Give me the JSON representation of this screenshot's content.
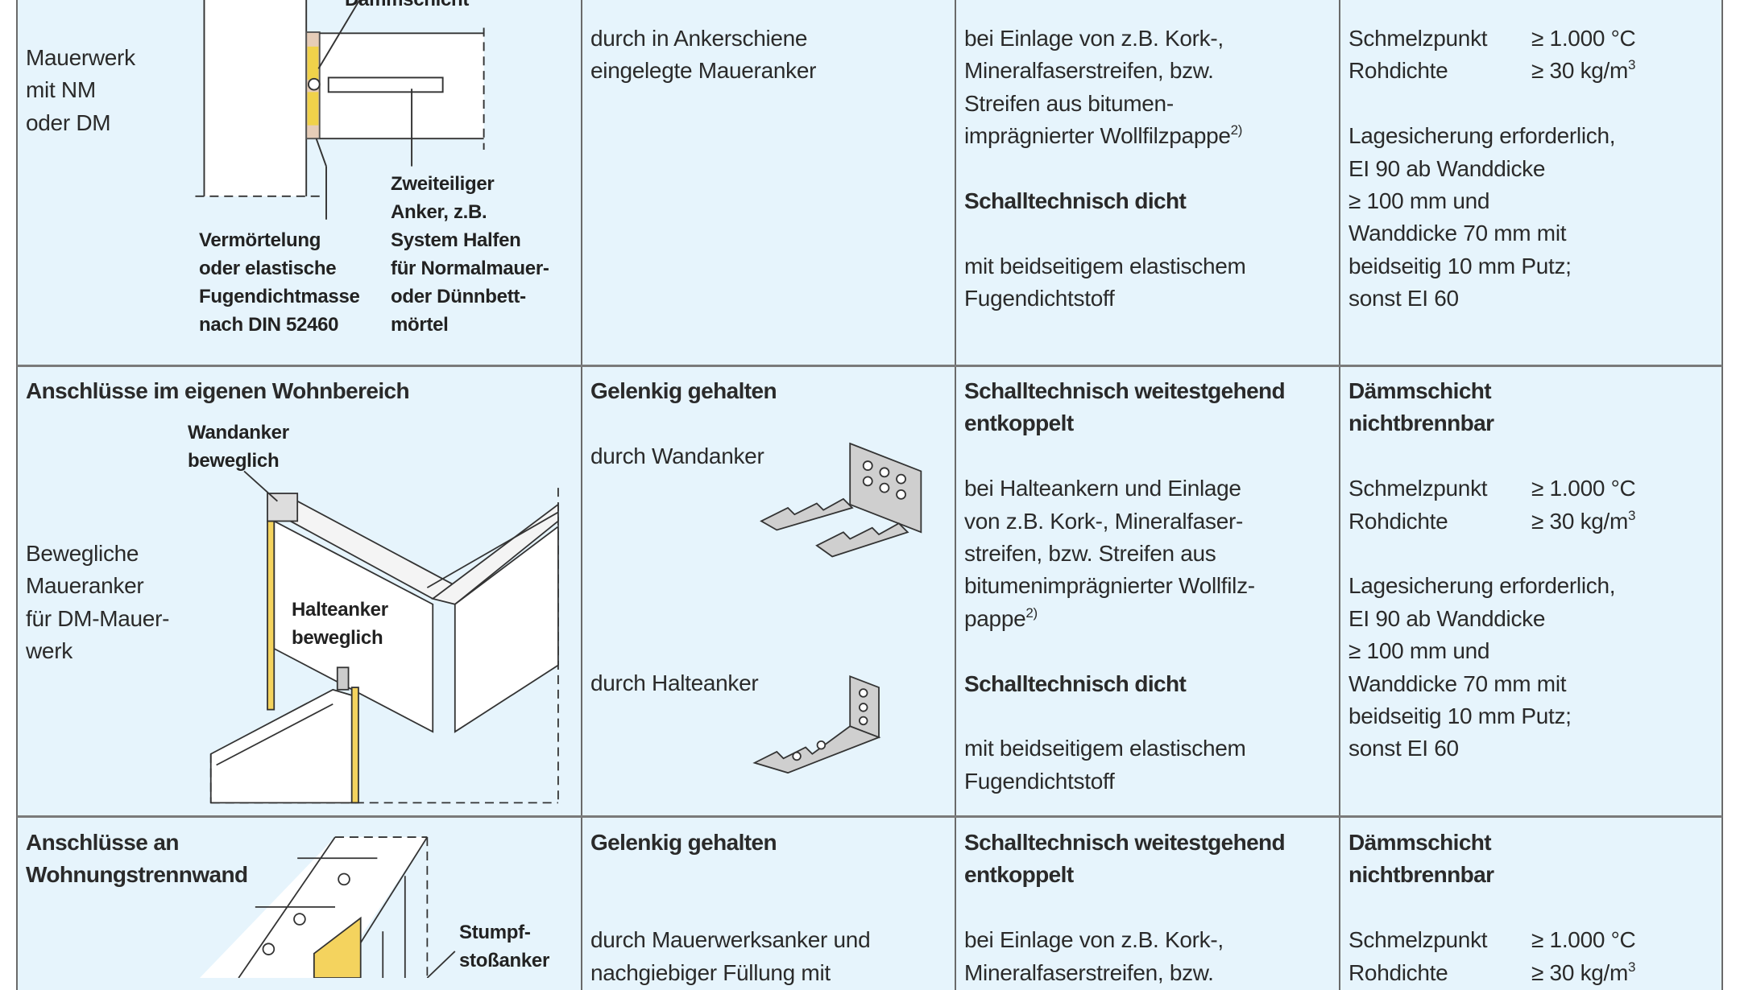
{
  "colors": {
    "cell_background": "#e6f4fc",
    "insulation_yellow": "#f4d35e",
    "mortar_tan": "#e6cdb8",
    "border": "#6a6a6a"
  },
  "rows": [
    {
      "label_lines": [
        {
          "text": "Mauerwerk"
        },
        {
          "text": "mit NM"
        },
        {
          "text": "oder DM"
        }
      ],
      "fixing_lines": [
        {
          "text": "durch in Ankerschiene"
        },
        {
          "text": "eingelegte Maueranker"
        }
      ],
      "sound_lines": [
        {
          "text": "bei Einlage von z.B. Kork-,"
        },
        {
          "text": "Mineralfaserstreifen, bzw."
        },
        {
          "text": "Streifen aus bitumen-"
        },
        {
          "text": "imprägnierter Wollfilzpappe",
          "sup": "2)"
        },
        {
          "text": ""
        },
        {
          "text": "Schalltechnisch dicht",
          "bold": true
        },
        {
          "text": ""
        },
        {
          "text": "mit beidseitigem elastischem"
        },
        {
          "text": "Fugendichtstoff"
        }
      ],
      "fire_lines": [
        {
          "label": "Schmelzpunkt",
          "value": "≥ 1.000 °C"
        },
        {
          "label": "Rohdichte",
          "value": "≥ 30 kg/m",
          "sup": "3"
        },
        {
          "text": ""
        },
        {
          "text": "Lagesicherung erforderlich,"
        },
        {
          "text": "EI 90 ab Wanddicke"
        },
        {
          "text": "≥ 100 mm und"
        },
        {
          "text": "Wanddicke 70 mm mit"
        },
        {
          "text": "beidseitig 10 mm Putz;"
        },
        {
          "text": "sonst EI 60"
        }
      ],
      "drawing_labels": {
        "insulation": "Dämmschicht",
        "anchor": [
          "Zweiteiliger",
          "Anker, z.B.",
          "System Halfen",
          "für Normalmauer-",
          "oder Dünnbett-",
          "mörtel"
        ],
        "mortar": [
          "Vermörtelung",
          "oder elastische",
          "Fugendichtmasse",
          "nach DIN 52460"
        ]
      }
    },
    {
      "heading": "Anschlüsse im eigenen Wohnbereich",
      "label_lines": [
        {
          "text": "Bewegliche"
        },
        {
          "text": "Maueranker"
        },
        {
          "text": "für DM-Mauer-"
        },
        {
          "text": "werk"
        }
      ],
      "fixing_heading": "Gelenkig gehalten",
      "fixing_items": [
        "durch Wandanker",
        "durch Halteanker"
      ],
      "sound_lines": [
        {
          "text": "Schalltechnisch weitestgehend",
          "bold": true
        },
        {
          "text": "entkoppelt",
          "bold": true
        },
        {
          "text": ""
        },
        {
          "text": "bei Halteankern und Einlage"
        },
        {
          "text": "von z.B. Kork-, Mineralfaser-"
        },
        {
          "text": "streifen, bzw. Streifen aus"
        },
        {
          "text": "bitumenimprägnierter Wollfilz-"
        },
        {
          "text": "pappe",
          "sup": "2)"
        },
        {
          "text": ""
        },
        {
          "text": "Schalltechnisch dicht",
          "bold": true
        },
        {
          "text": ""
        },
        {
          "text": "mit beidseitigem elastischem"
        },
        {
          "text": "Fugendichtstoff"
        }
      ],
      "fire_lines": [
        {
          "text": "Dämmschicht",
          "bold": true
        },
        {
          "text": "nichtbrennbar",
          "bold": true
        },
        {
          "text": ""
        },
        {
          "label": "Schmelzpunkt",
          "value": "≥ 1.000 °C"
        },
        {
          "label": "Rohdichte",
          "value": "≥ 30 kg/m",
          "sup": "3"
        },
        {
          "text": ""
        },
        {
          "text": "Lagesicherung erforderlich,"
        },
        {
          "text": "EI 90 ab Wanddicke"
        },
        {
          "text": "≥ 100 mm und"
        },
        {
          "text": "Wanddicke 70 mm mit"
        },
        {
          "text": "beidseitig 10 mm Putz;"
        },
        {
          "text": "sonst EI 60"
        }
      ],
      "drawing_labels": {
        "wall_anchor": [
          "Wandanker",
          "beweglich"
        ],
        "holding_anchor": [
          "Halteanker",
          "beweglich"
        ]
      }
    },
    {
      "heading_lines": [
        {
          "text": "Anschlüsse an",
          "bold": true
        },
        {
          "text": "Wohnungstrennwand",
          "bold": true
        }
      ],
      "fixing_lines": [
        {
          "text": "Gelenkig gehalten",
          "bold": true
        },
        {
          "text": ""
        },
        {
          "text": ""
        },
        {
          "text": "durch Mauerwerksanker und"
        },
        {
          "text": "nachgiebiger Füllung mit"
        }
      ],
      "sound_lines": [
        {
          "text": "Schalltechnisch weitestgehend",
          "bold": true
        },
        {
          "text": "entkoppelt",
          "bold": true
        },
        {
          "text": ""
        },
        {
          "text": "bei Einlage von z.B. Kork-,"
        },
        {
          "text": "Mineralfaserstreifen, bzw."
        }
      ],
      "fire_lines": [
        {
          "text": "Dämmschicht",
          "bold": true
        },
        {
          "text": "nichtbrennbar",
          "bold": true
        },
        {
          "text": ""
        },
        {
          "label": "Schmelzpunkt",
          "value": "≥ 1.000 °C"
        },
        {
          "label": "Rohdichte",
          "value": "≥ 30 kg/m",
          "sup": "3"
        }
      ],
      "drawing_labels": {
        "butt_anchor": [
          "Stumpf-",
          "stoßanker"
        ]
      }
    }
  ]
}
